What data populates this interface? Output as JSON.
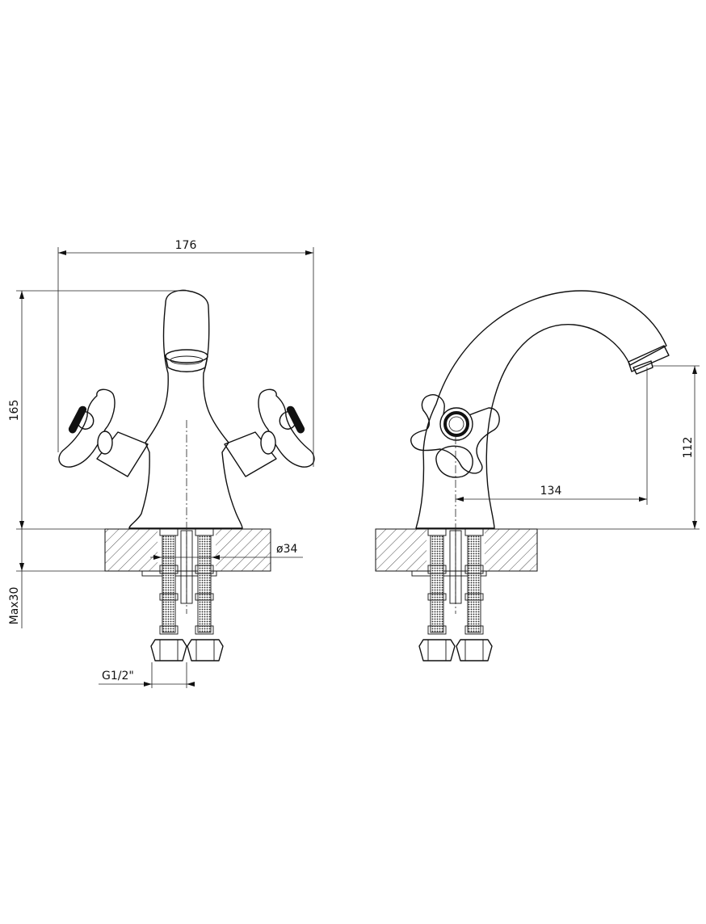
{
  "dimensions": {
    "width": "176",
    "height": "165",
    "max_thickness": "Max30",
    "hole_diameter": "ø34",
    "thread": "G1/2\"",
    "reach": "134",
    "spout_height": "112"
  }
}
